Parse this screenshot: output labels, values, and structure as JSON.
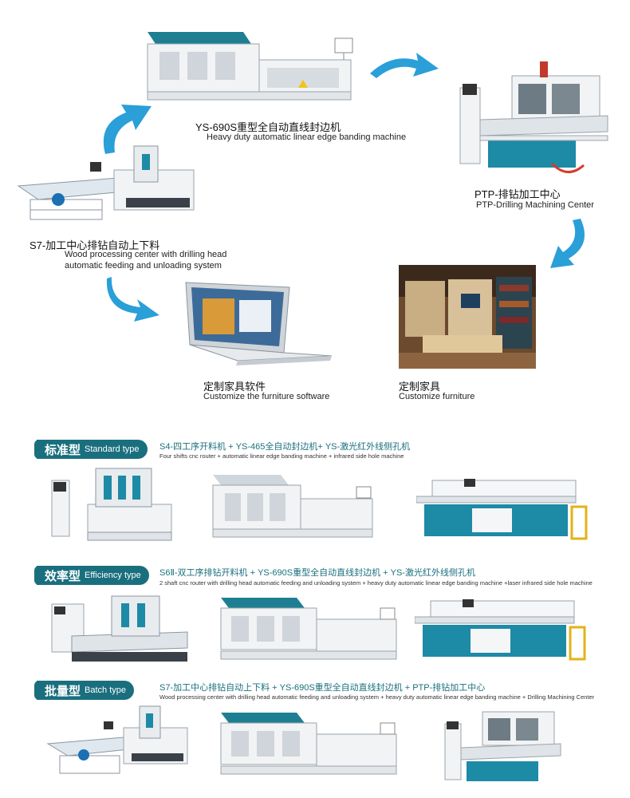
{
  "diagram": {
    "edge_bander": {
      "title_cn": "YS-690S重型全自动直线封边机",
      "title_en": "Heavy duty automatic linear edge banding machine"
    },
    "ptp": {
      "title_cn": "PTP-排钻加工中心",
      "title_en": "PTP-Drilling Machining Center"
    },
    "s7": {
      "title_cn": "S7-加工中心排钻自动上下料",
      "title_en_1": "Wood processing center with drilling head",
      "title_en_2": "automatic feeding and unloading system"
    },
    "software": {
      "title_cn": "定制家具软件",
      "title_en": "Customize the furniture software"
    },
    "furniture": {
      "title_cn": "定制家具",
      "title_en": "Customize furniture"
    }
  },
  "types": [
    {
      "label_cn": "标准型",
      "label_en": "Standard type",
      "line_cn": "S4-四工序开料机 + YS-465全自动封边机+ YS-激光红外线侧孔机",
      "line_en": "Four shifts cnc router +  automatic linear edge banding machine +  infrared side hole machine"
    },
    {
      "label_cn": "效率型",
      "label_en": "Efficiency type",
      "line_cn": "S6Ⅱ-双工序排钻开料机 + YS-690S重型全自动直线封边机 + YS-激光红外线侧孔机",
      "line_en": "2 shaft cnc router with drilling head automatic feeding and unloading system +  heavy duty automatic linear edge banding machine +laser infrared side hole machine"
    },
    {
      "label_cn": "批量型",
      "label_en": "Batch type",
      "line_cn": "S7-加工中心排钻自动上下料 + YS-690S重型全自动直线封边机 + PTP-排钻加工中心",
      "line_en": "Wood processing center with drilling head automatic feeding and unloading system + heavy duty automatic linear edge banding machine + Drilling Machining Center"
    }
  ],
  "colors": {
    "teal": "#1a6f7e",
    "arrow": "#2a9fd8",
    "machine_accent": "#1d8aa6"
  }
}
